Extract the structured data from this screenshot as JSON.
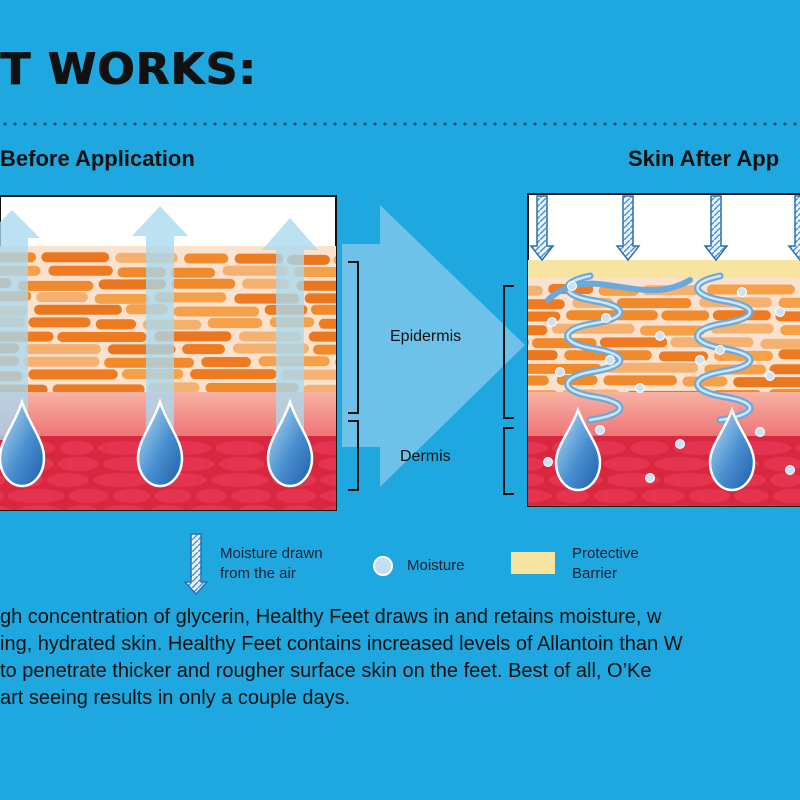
{
  "header": {
    "title": "T WORKS:"
  },
  "before_panel": {
    "title": "Before Application"
  },
  "after_panel": {
    "title": "Skin After App"
  },
  "layers": {
    "epidermis": "Epidermis",
    "dermis": "Dermis"
  },
  "legend": {
    "air_label_line1": "Moisture drawn",
    "air_label_line2": "from the air",
    "moisture_label": "Moisture",
    "barrier_label_line1": "Protective",
    "barrier_label_line2": "Barrier"
  },
  "description": {
    "lines": [
      "gh concentration of glycerin, Healthy Feet draws in and retains moisture, w",
      "ing, hydrated skin. Healthy Feet contains increased levels of Allantoin than W",
      "to penetrate thicker and rougher surface skin on the feet. Best of all, O’Ke",
      "art seeing results in only a couple days."
    ]
  },
  "colors": {
    "background": "#1ea8df",
    "epidermis_orange": "#f08a2c",
    "dermis_red": "#d92740",
    "moisture_blue": "#4a90d0",
    "barrier_yellow": "#f7e4a0"
  }
}
